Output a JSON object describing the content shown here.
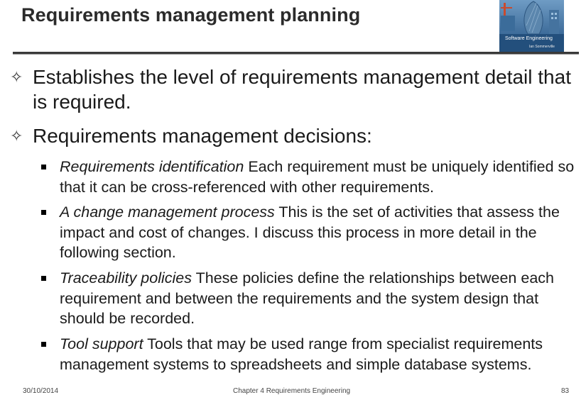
{
  "slide": {
    "title": "Requirements management planning"
  },
  "cover": {
    "title": "Software Engineering",
    "author": "Ian Sommerville"
  },
  "bullets": [
    {
      "text": "Establishes the level of requirements management detail that is required."
    },
    {
      "text": "Requirements management decisions:"
    }
  ],
  "sub_bullets": [
    {
      "term": "Requirements identification",
      "text": " Each requirement must be uniquely identified so that it can be cross-referenced with other requirements."
    },
    {
      "term": "A change management process",
      "text": " This is the set of activities that assess the impact and cost of changes. I discuss this process in more detail in the following section."
    },
    {
      "term": "Traceability policies",
      "text": " These policies define the relationships between each requirement and between the requirements and the system design that should be recorded."
    },
    {
      "term": "Tool support",
      "text": " Tools that may be used range from specialist requirements management systems to spreadsheets and simple database systems."
    }
  ],
  "footer": {
    "date": "30/10/2014",
    "chapter": "Chapter 4 Requirements Engineering",
    "page": "83"
  },
  "colors": {
    "title": "#2b2b2b",
    "rule": "#3a3a3a",
    "cover_sky": "#2a5d8f",
    "cover_accent": "#c94a2e"
  }
}
